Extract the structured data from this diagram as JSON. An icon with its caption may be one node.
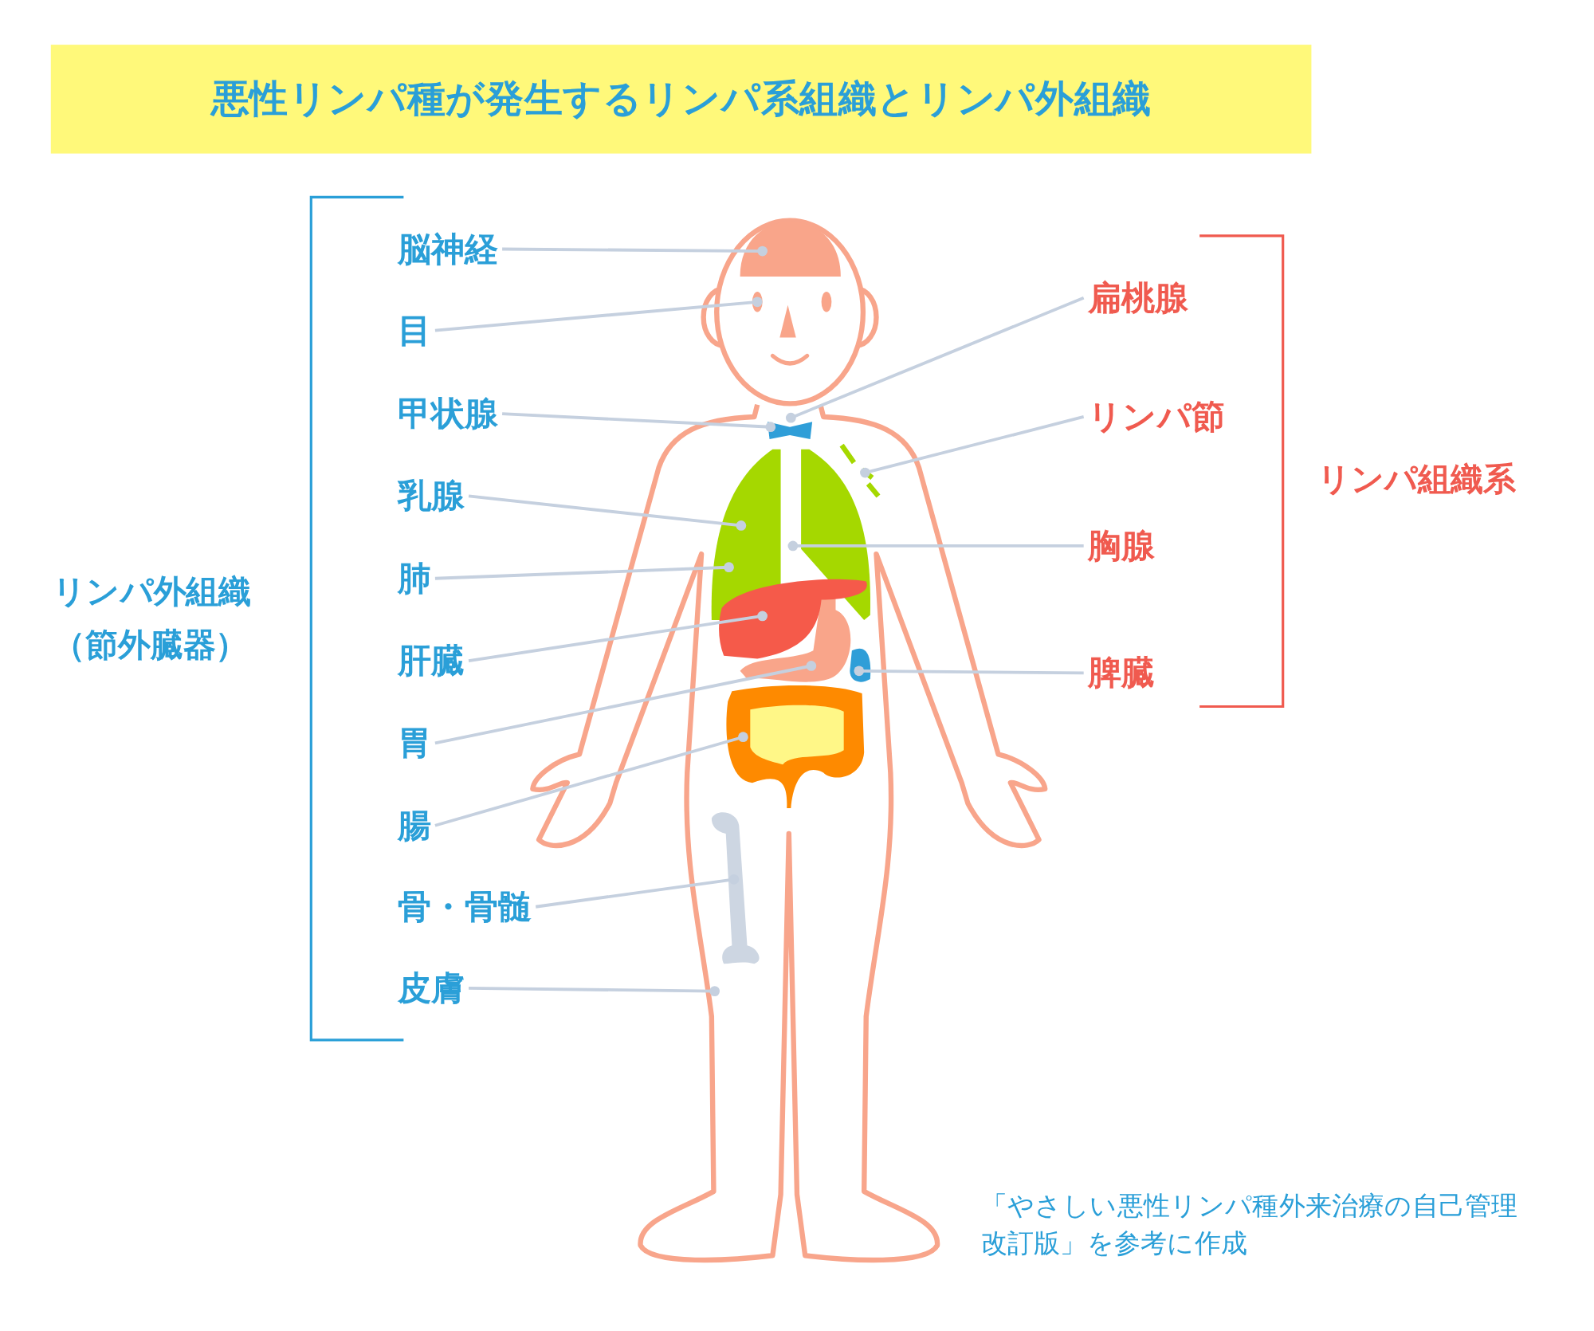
{
  "diagram": {
    "title": "悪性リンパ種が発生するリンパ系組織とリンパ外組織",
    "caption": "「やさしい悪性リンパ種外来治療の自己管理改訂版」を参考に作成",
    "nodes": [
      {
        "text": [
          "脳神経"
        ]
      },
      {
        "text": [
          "目"
        ]
      },
      {
        "text": [
          "甲状腺"
        ]
      },
      {
        "text": [
          "乳腺"
        ]
      },
      {
        "text": [
          "肺"
        ]
      },
      {
        "text": [
          "肝臓"
        ]
      },
      {
        "text": [
          "胃"
        ]
      },
      {
        "text": [
          "腸"
        ]
      },
      {
        "text": [
          "骨・骨髄"
        ]
      },
      {
        "text": [
          "皮膚"
        ]
      },
      {
        "text": [
          "扁桃腺"
        ]
      },
      {
        "text": [
          "リンパ節"
        ]
      },
      {
        "text": [
          "胸腺"
        ]
      },
      {
        "text": [
          "脾臓"
        ]
      }
    ],
    "edges": [
      {
        "from": 0,
        "to": null,
        "arrow": "other"
      },
      {
        "from": 1,
        "to": null,
        "arrow": "other"
      },
      {
        "from": 2,
        "to": null,
        "arrow": "other"
      },
      {
        "from": 3,
        "to": null,
        "arrow": "other"
      },
      {
        "from": 4,
        "to": null,
        "arrow": "other"
      },
      {
        "from": 5,
        "to": null,
        "arrow": "other"
      },
      {
        "from": 6,
        "to": null,
        "arrow": "other"
      },
      {
        "from": 7,
        "to": null,
        "arrow": "other"
      },
      {
        "from": 8,
        "to": null,
        "arrow": "other"
      },
      {
        "from": 9,
        "to": null,
        "arrow": "other"
      },
      {
        "from": 10,
        "to": null,
        "arrow": "other"
      },
      {
        "from": 11,
        "to": null,
        "arrow": "other"
      },
      {
        "from": 12,
        "to": null,
        "arrow": "other"
      },
      {
        "from": 13,
        "to": null,
        "arrow": "other"
      }
    ],
    "labels": [
      "リンパ外組織（節外臓器）",
      "リンパ組織系"
    ]
  }
}
